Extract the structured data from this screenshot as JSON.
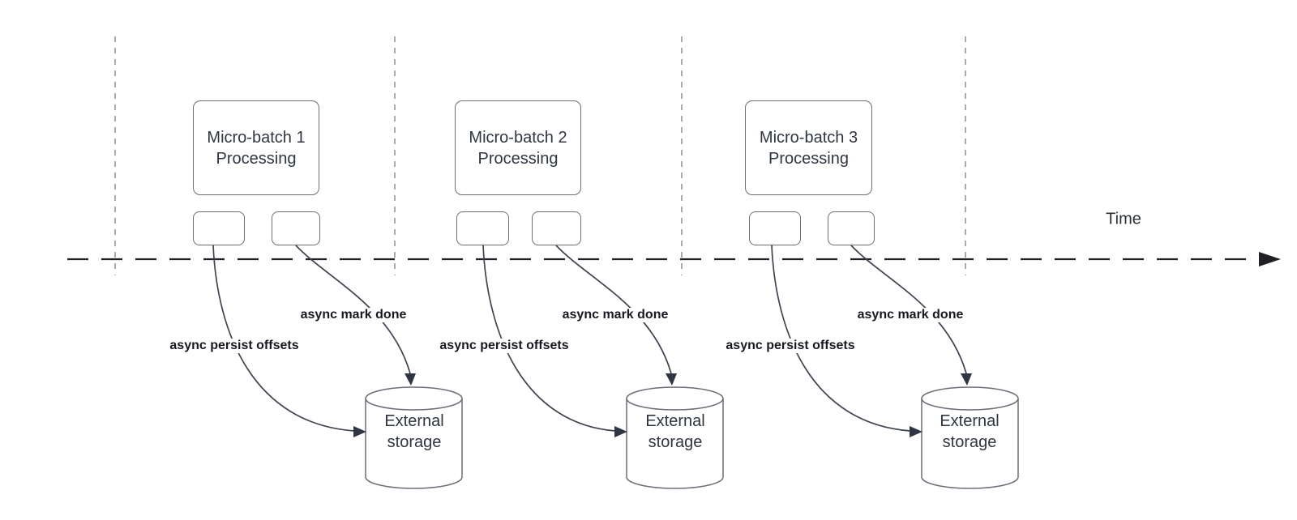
{
  "diagram": {
    "time_axis_label": "Time",
    "colors": {
      "box_border": "#6a6e76",
      "box_text": "#2f3640",
      "bold_label_text": "#171821",
      "curve_stroke": "#3e4450",
      "guide_line": "#a9a9b0",
      "timeline": "#202127",
      "background": "#ffffff"
    },
    "sections": [
      {
        "batch_title": "Micro-batch 1",
        "batch_subtitle": "Processing",
        "persist_label": "async persist offsets",
        "mark_label": "async mark done",
        "storage_line1": "External",
        "storage_line2": "storage"
      },
      {
        "batch_title": "Micro-batch 2",
        "batch_subtitle": "Processing",
        "persist_label": "async persist offsets",
        "mark_label": "async mark done",
        "storage_line1": "External",
        "storage_line2": "storage"
      },
      {
        "batch_title": "Micro-batch 3",
        "batch_subtitle": "Processing",
        "persist_label": "async persist offsets",
        "mark_label": "async mark done",
        "storage_line1": "External",
        "storage_line2": "storage"
      }
    ]
  }
}
